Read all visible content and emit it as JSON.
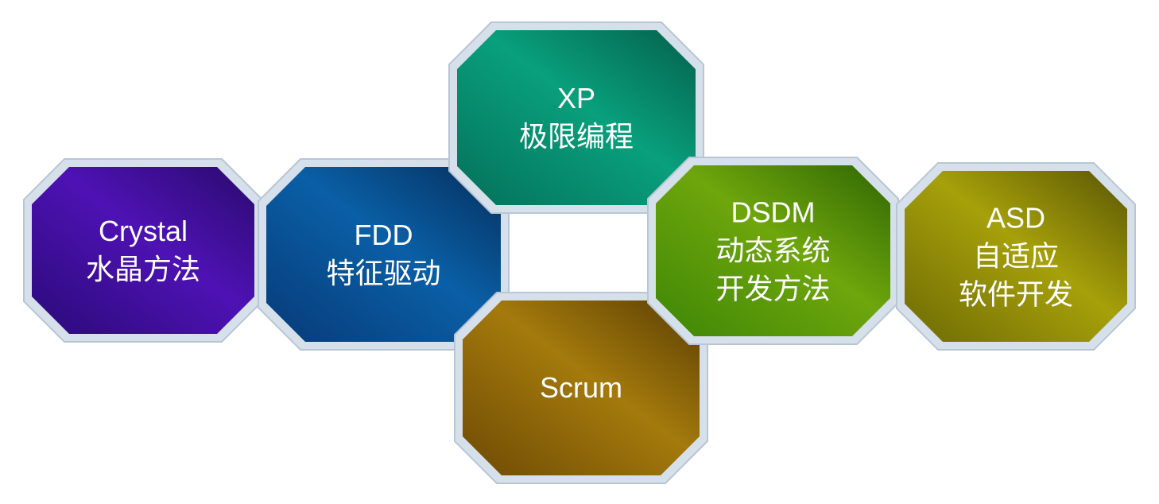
{
  "diagram": {
    "nodes": [
      {
        "id": "crystal",
        "lines": [
          "Crystal",
          "水晶方法"
        ],
        "colors": [
          "#2a0a78",
          "#4e12b4",
          "#2a0a6e"
        ]
      },
      {
        "id": "fdd",
        "lines": [
          "FDD",
          "特征驱动"
        ],
        "colors": [
          "#073a78",
          "#0a5fa6",
          "#052f5c"
        ]
      },
      {
        "id": "xp",
        "lines": [
          "XP",
          "极限编程"
        ],
        "colors": [
          "#04705a",
          "#09a07c",
          "#04604c"
        ]
      },
      {
        "id": "scrum",
        "lines": [
          "Scrum"
        ],
        "colors": [
          "#6e4a04",
          "#a47a0c",
          "#5a3e04"
        ]
      },
      {
        "id": "dsdm",
        "lines": [
          "DSDM",
          "动态系统",
          "开发方法"
        ],
        "colors": [
          "#3e8606",
          "#6ea60c",
          "#2f6604"
        ]
      },
      {
        "id": "asd",
        "lines": [
          "ASD",
          "自适应",
          "软件开发"
        ],
        "colors": [
          "#6e6a04",
          "#a6a00a",
          "#5a5604"
        ]
      }
    ]
  }
}
